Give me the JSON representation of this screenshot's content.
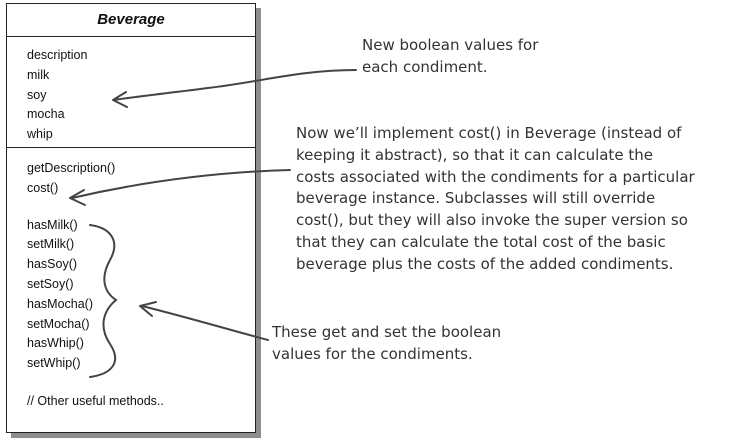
{
  "class_box": {
    "title": "Beverage",
    "fields": [
      "description",
      "milk",
      "soy",
      "mocha",
      "whip"
    ],
    "methods_top": [
      "getDescription()",
      "cost()"
    ],
    "methods_accessors": [
      "hasMilk()",
      "setMilk()",
      "hasSoy()",
      "setSoy()",
      "hasMocha()",
      "setMocha()",
      "hasWhip()",
      "setWhip()"
    ],
    "methods_footer": "// Other useful methods.."
  },
  "annotations": {
    "booleans": [
      "New boolean values for",
      "each condiment."
    ],
    "cost": [
      "Now we’ll implement cost() in Beverage (instead of",
      "keeping it abstract), so that it can calculate the",
      "costs associated with the condiments for a particular",
      "beverage instance. Subclasses will still override",
      "cost(), but they will also invoke the super version so",
      "that they can calculate the total cost of the basic",
      "beverage plus the costs of the added condiments."
    ],
    "accessors": [
      "These get and set the boolean",
      "values for the condiments."
    ]
  }
}
